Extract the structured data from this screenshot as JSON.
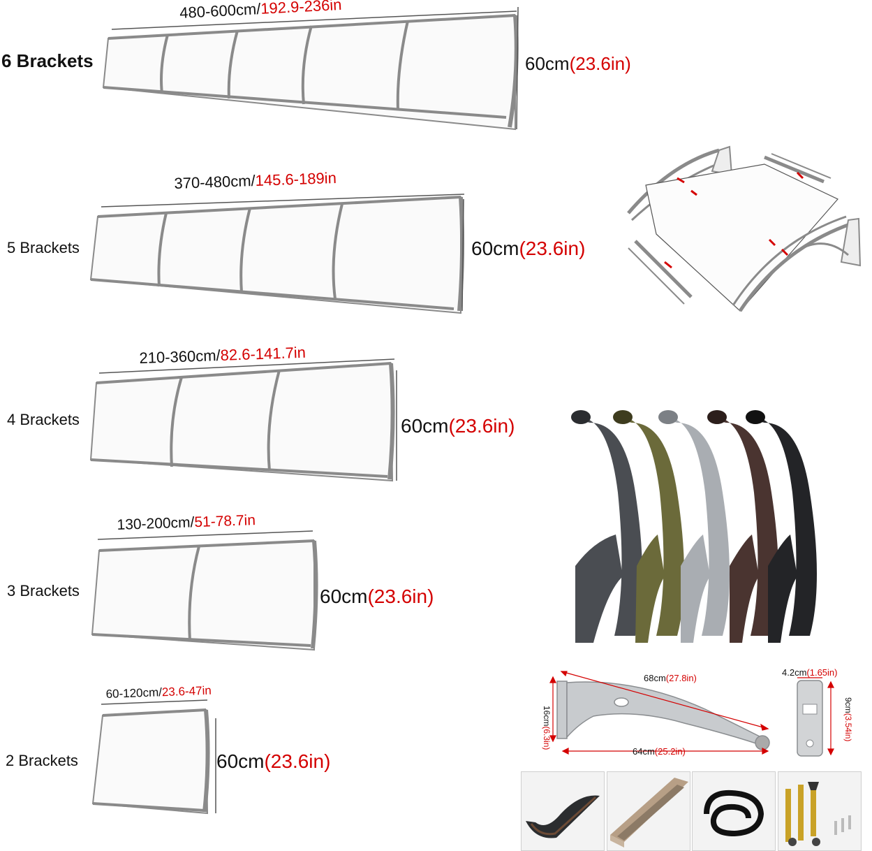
{
  "canopies": [
    {
      "brackets_label": "6 Brackets",
      "width_cm": "480-600cm/",
      "width_in": "192.9-236in",
      "height_cm": "60cm",
      "height_in": "(23.6in)"
    },
    {
      "brackets_label": "5 Brackets",
      "width_cm": "370-480cm/",
      "width_in": "145.6-189in",
      "height_cm": "60cm",
      "height_in": "(23.6in)"
    },
    {
      "brackets_label": "4 Brackets",
      "width_cm": "210-360cm/",
      "width_in": "82.6-141.7in",
      "height_cm": "60cm",
      "height_in": "(23.6in)"
    },
    {
      "brackets_label": "3 Brackets",
      "width_cm": "130-200cm/",
      "width_in": "51-78.7in",
      "height_cm": "60cm",
      "height_in": "(23.6in)"
    },
    {
      "brackets_label": "2 Brackets",
      "width_cm": "60-120cm/",
      "width_in": "23.6-47in",
      "height_cm": "60cm",
      "height_in": "(23.6in)"
    }
  ],
  "bracket_colors": [
    "#4a4d52",
    "#6b6a3a",
    "#a9adb2",
    "#4a3430",
    "#232427"
  ],
  "bracket_dims": {
    "length_cm": "68cm",
    "length_in": "(27.8in)",
    "height_cm": "16cm",
    "height_in": "(6.3in)",
    "base_cm": "64cm",
    "base_in": "(25.2in)",
    "plate_width_cm": "4.2cm",
    "plate_width_in": "(1.65in)",
    "plate_height_cm": "9cm",
    "plate_height_in": "(3.54in)"
  },
  "accessories": [
    "gutter-profile",
    "aluminum-rail",
    "rubber-seal",
    "expansion-bolts"
  ]
}
